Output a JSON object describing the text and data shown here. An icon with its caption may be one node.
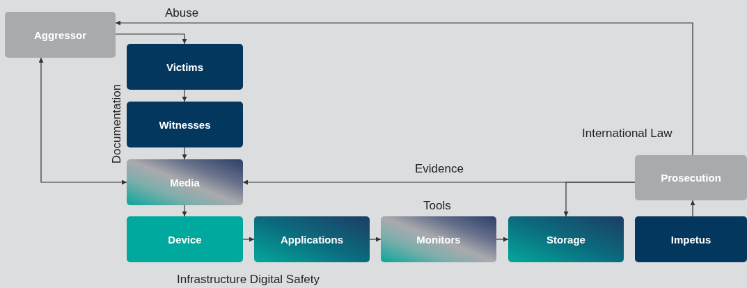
{
  "diagram": {
    "nodes": [
      {
        "text": [
          "Aggressor"
        ]
      },
      {
        "text": [
          "Victims"
        ]
      },
      {
        "text": [
          "Witnesses"
        ]
      },
      {
        "text": [
          "Media"
        ]
      },
      {
        "text": [
          "Device"
        ]
      },
      {
        "text": [
          "Applications"
        ]
      },
      {
        "text": [
          "Monitors"
        ]
      },
      {
        "text": [
          "Storage"
        ]
      },
      {
        "text": [
          "Impetus"
        ]
      },
      {
        "text": [
          "Prosecution"
        ]
      }
    ],
    "edges": [
      {
        "from": 0,
        "to": 1,
        "arrow": "to",
        "label": "Abuse"
      },
      {
        "from": 9,
        "to": 0,
        "arrow": "to",
        "label": "International Law"
      },
      {
        "from": 1,
        "to": 2,
        "arrow": "to"
      },
      {
        "from": 2,
        "to": 3,
        "arrow": "to"
      },
      {
        "from": 0,
        "to": 3,
        "arrow": "both"
      },
      {
        "from": 9,
        "to": 3,
        "arrow": "to",
        "label": "Evidence"
      },
      {
        "from": 9,
        "to": 7,
        "arrow": "to"
      },
      {
        "from": 3,
        "to": 4,
        "arrow": "to"
      },
      {
        "from": 4,
        "to": 5,
        "arrow": "to"
      },
      {
        "from": 5,
        "to": 6,
        "arrow": "to"
      },
      {
        "from": 6,
        "to": 7,
        "arrow": "to"
      },
      {
        "from": 8,
        "to": 9,
        "arrow": "to"
      }
    ],
    "labels": [
      "Documentation",
      "Tools",
      "Infrastructure Digital Safety"
    ]
  }
}
